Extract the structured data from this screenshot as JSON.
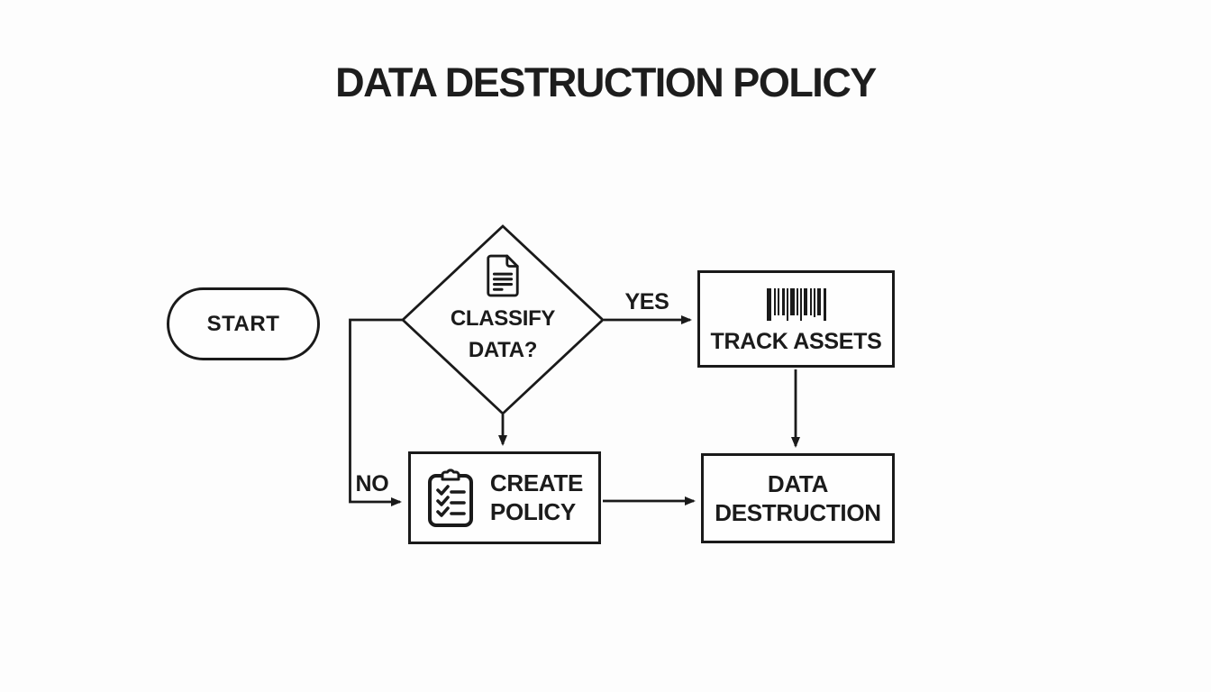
{
  "title": "DATA DESTRUCTION POLICY",
  "diagram_type": "flowchart",
  "colors": {
    "background": "#fdfdfd",
    "stroke": "#1a1a1a",
    "text": "#1b1b1b"
  },
  "nodes": {
    "start": {
      "shape": "terminator",
      "label": "START"
    },
    "classify_data": {
      "shape": "decision",
      "icon": "document-icon",
      "lines": [
        "CLASSIFY",
        "DATA?"
      ]
    },
    "track_assets": {
      "shape": "process",
      "icon": "barcode-icon",
      "label": "TRACK ASSETS"
    },
    "create_policy": {
      "shape": "process",
      "icon": "clipboard-checklist-icon",
      "lines": [
        "CREATE",
        "POLICY"
      ]
    },
    "data_destruction": {
      "shape": "process",
      "lines": [
        "DATA",
        "DESTRUCTION"
      ]
    }
  },
  "edges": [
    {
      "from": "classify_data",
      "to": "create_policy",
      "route": "left-then-down",
      "label": "NO"
    },
    {
      "from": "classify_data",
      "to": "track_assets",
      "route": "right",
      "label": "YES"
    },
    {
      "from": "classify_data",
      "to": "create_policy",
      "route": "down",
      "label": ""
    },
    {
      "from": "track_assets",
      "to": "data_destruction",
      "route": "down",
      "label": ""
    },
    {
      "from": "create_policy",
      "to": "data_destruction",
      "route": "right",
      "label": ""
    }
  ]
}
